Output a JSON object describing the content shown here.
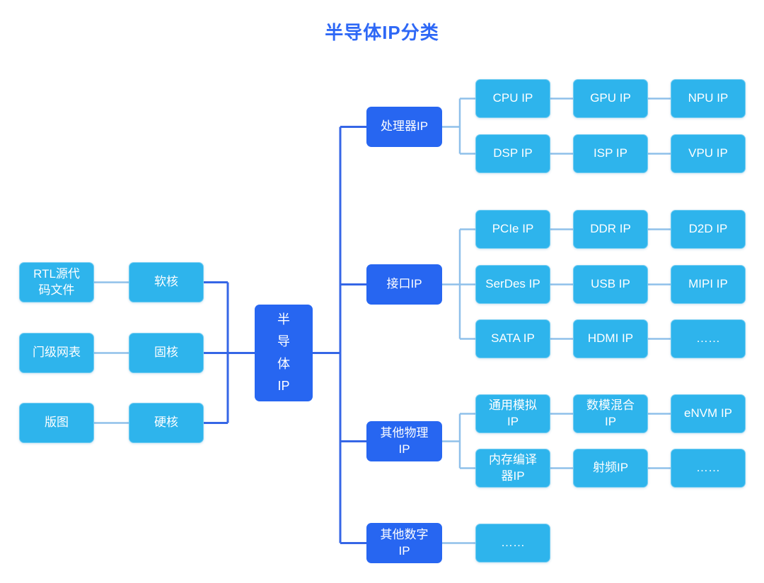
{
  "title": "半导体IP分类",
  "colors": {
    "light_box": "#2eb4ec",
    "light_box_border": "#72cdf2",
    "dark_box": "#2766f1",
    "light_line": "#8fc0ea",
    "dark_line": "#3566e6",
    "title_text": "#2e68f6"
  },
  "root": "半\n导\n体\nIP",
  "left": {
    "rtl_source": "RTL源代\n码文件",
    "soft_core": "软核",
    "gate_netlist": "门级网表",
    "firm_core": "固核",
    "layout": "版图",
    "hard_core": "硬核"
  },
  "categories": {
    "processor": "处理器IP",
    "interface": "接口IP",
    "other_physical": "其他物理\nIP",
    "other_digital": "其他数字\nIP"
  },
  "nodes": {
    "cpu": "CPU IP",
    "gpu": "GPU IP",
    "npu": "NPU IP",
    "dsp": "DSP IP",
    "isp": "ISP IP",
    "vpu": "VPU IP",
    "pcie": "PCIe IP",
    "ddr": "DDR IP",
    "d2d": "D2D IP",
    "serdes": "SerDes IP",
    "usb": "USB IP",
    "mipi": "MIPI IP",
    "sata": "SATA IP",
    "hdmi": "HDMI IP",
    "interface_more": "……",
    "general_analog": "通用模拟\nIP",
    "mixed_signal": "数模混合\nIP",
    "envm": "eNVM IP",
    "memory_compiler": "内存编译\n器IP",
    "rf": "射频IP",
    "other_physical_more": "……",
    "other_digital_more": "……"
  }
}
